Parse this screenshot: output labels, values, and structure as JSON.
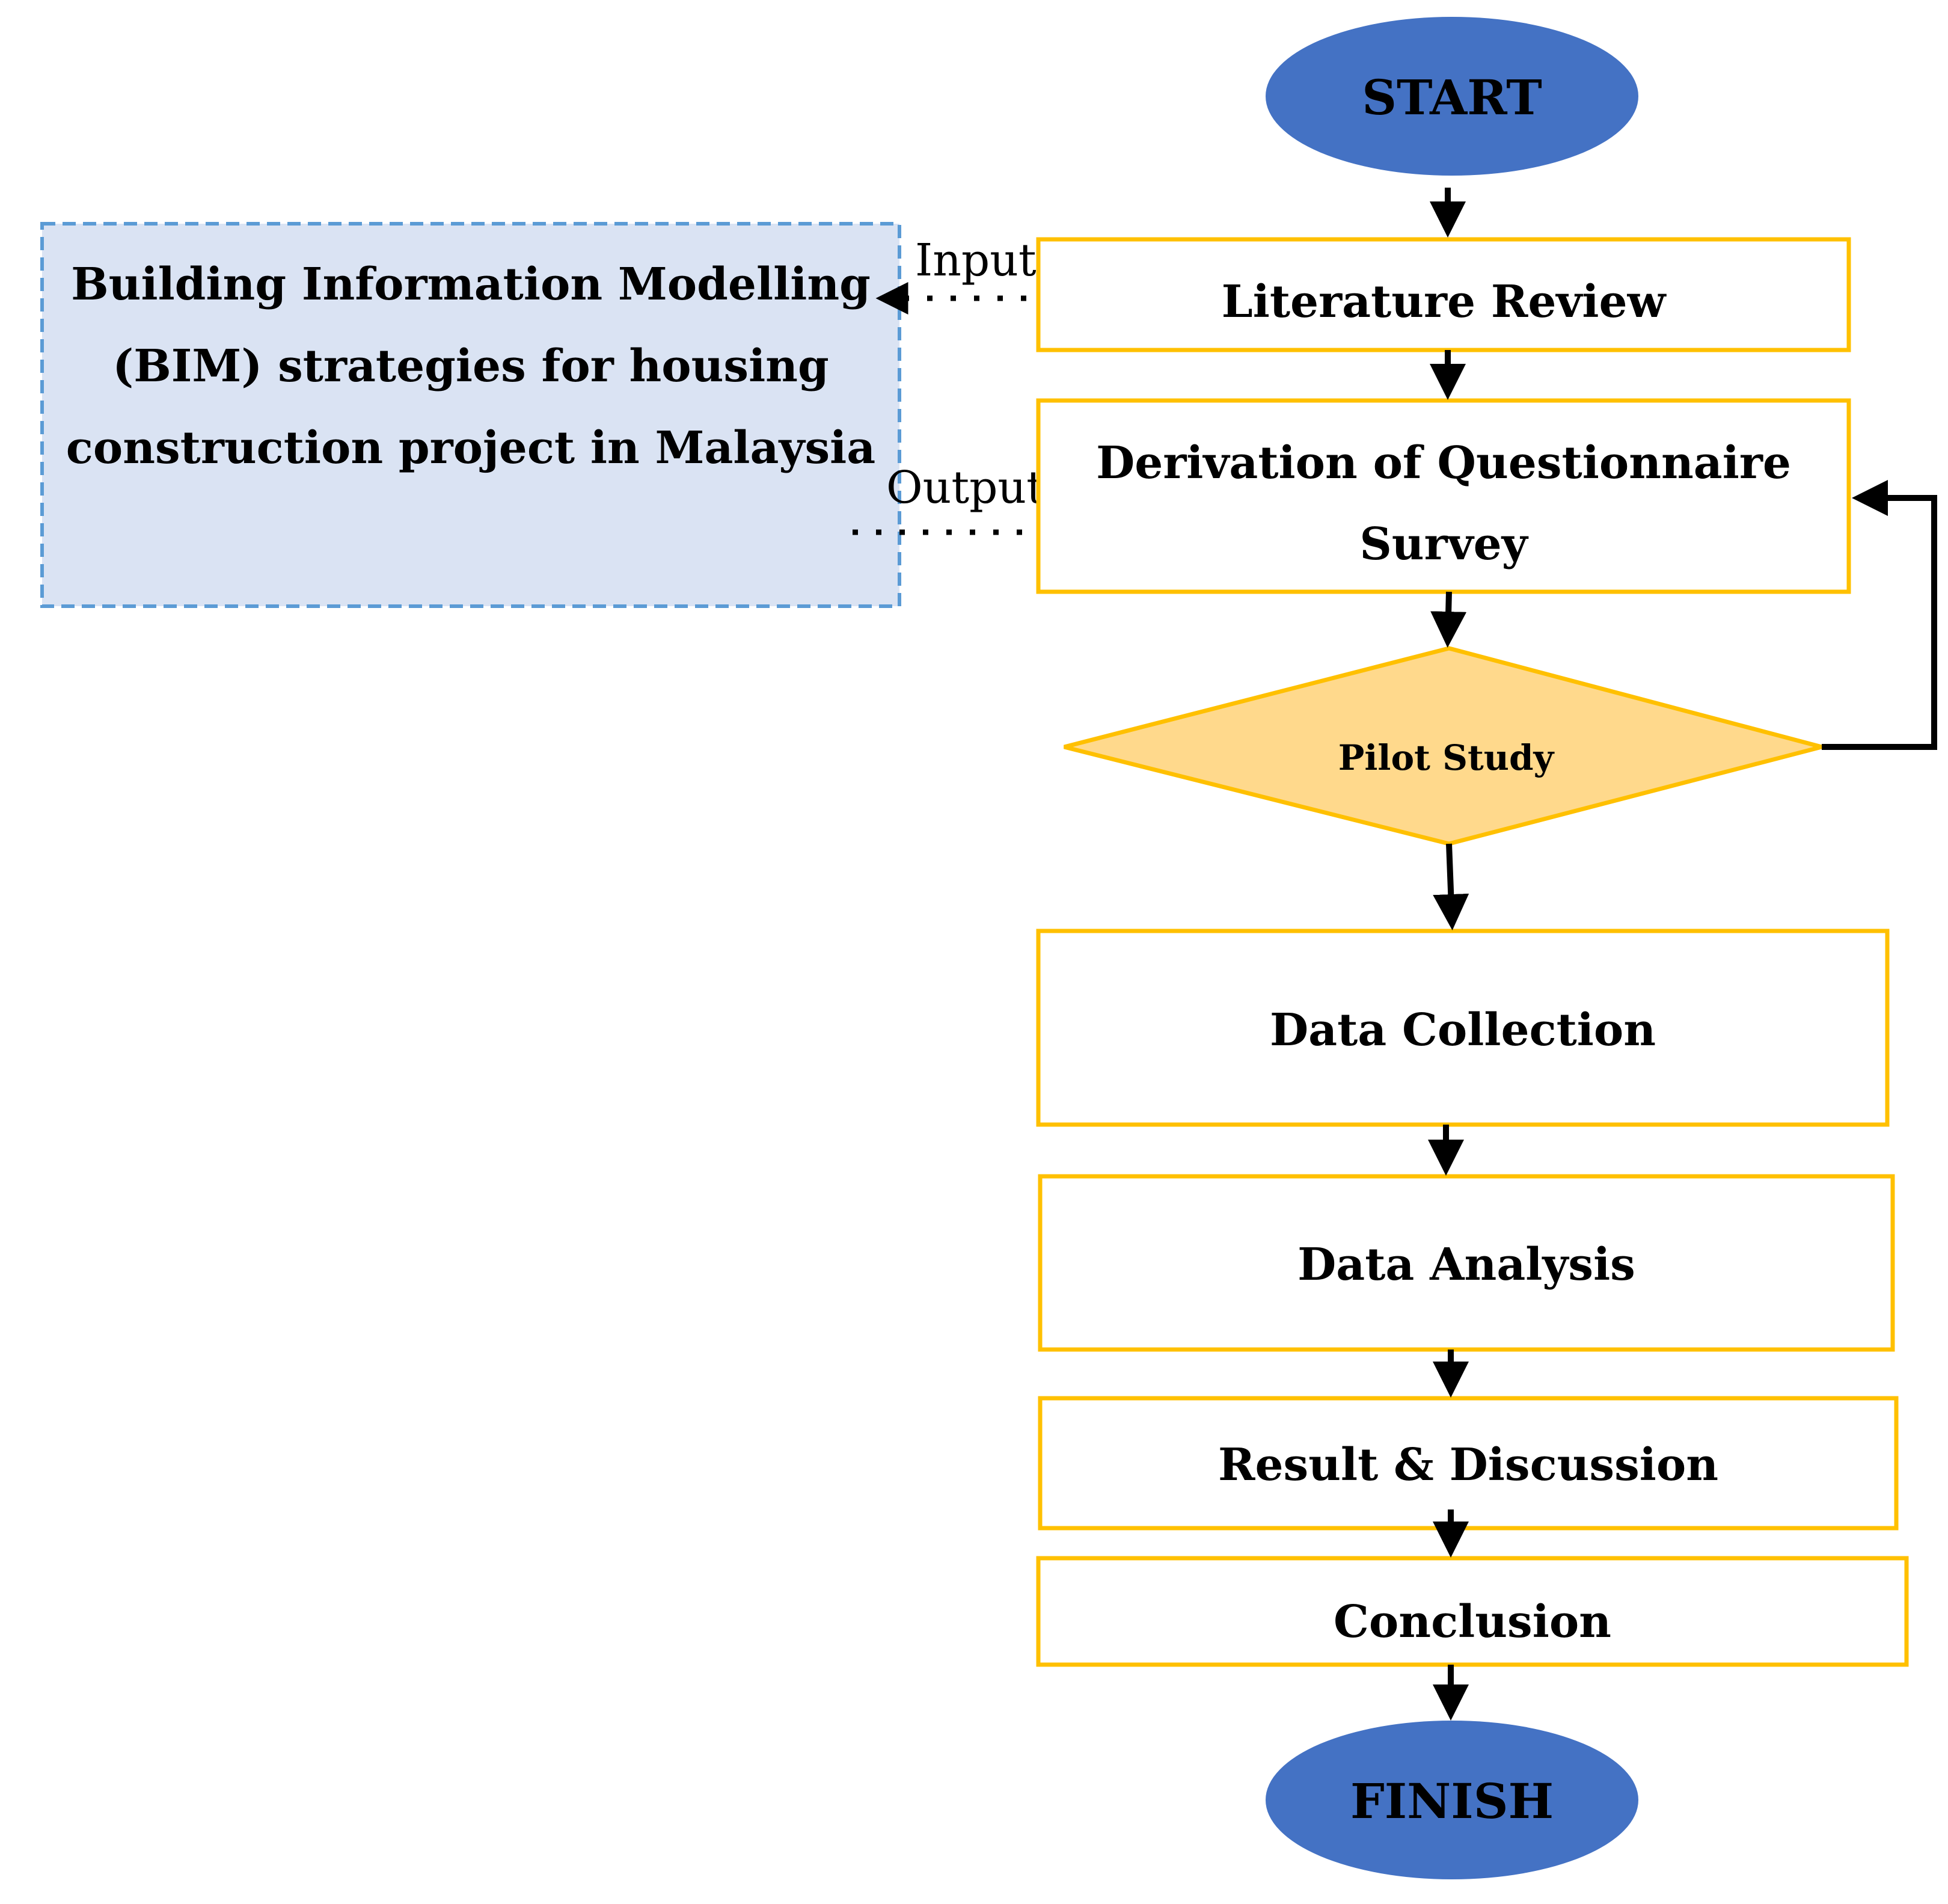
{
  "diagram": {
    "start": {
      "label": "START"
    },
    "finish": {
      "label": "FINISH"
    },
    "steps": {
      "literature_review": "Literature Review",
      "questionnaire_line1": "Derivation of Questionnaire",
      "questionnaire_line2": "Survey",
      "pilot_study": "Pilot Study",
      "data_collection": "Data Collection",
      "data_analysis": "Data Analysis",
      "result_discussion": "Result & Discussion",
      "conclusion": "Conclusion"
    },
    "side_box": {
      "line1": "Building Information Modelling",
      "line2": "(BIM) strategies for housing",
      "line3": "construction project in Malaysia"
    },
    "connector_labels": {
      "input": "Input",
      "output": "Output"
    },
    "colors": {
      "terminal_fill": "#4472C4",
      "process_border": "#FFC000",
      "decision_fill": "#FFD98C",
      "side_box_fill": "#DAE3F3",
      "side_box_border": "#5B9BD5",
      "arrow": "#000000"
    }
  }
}
